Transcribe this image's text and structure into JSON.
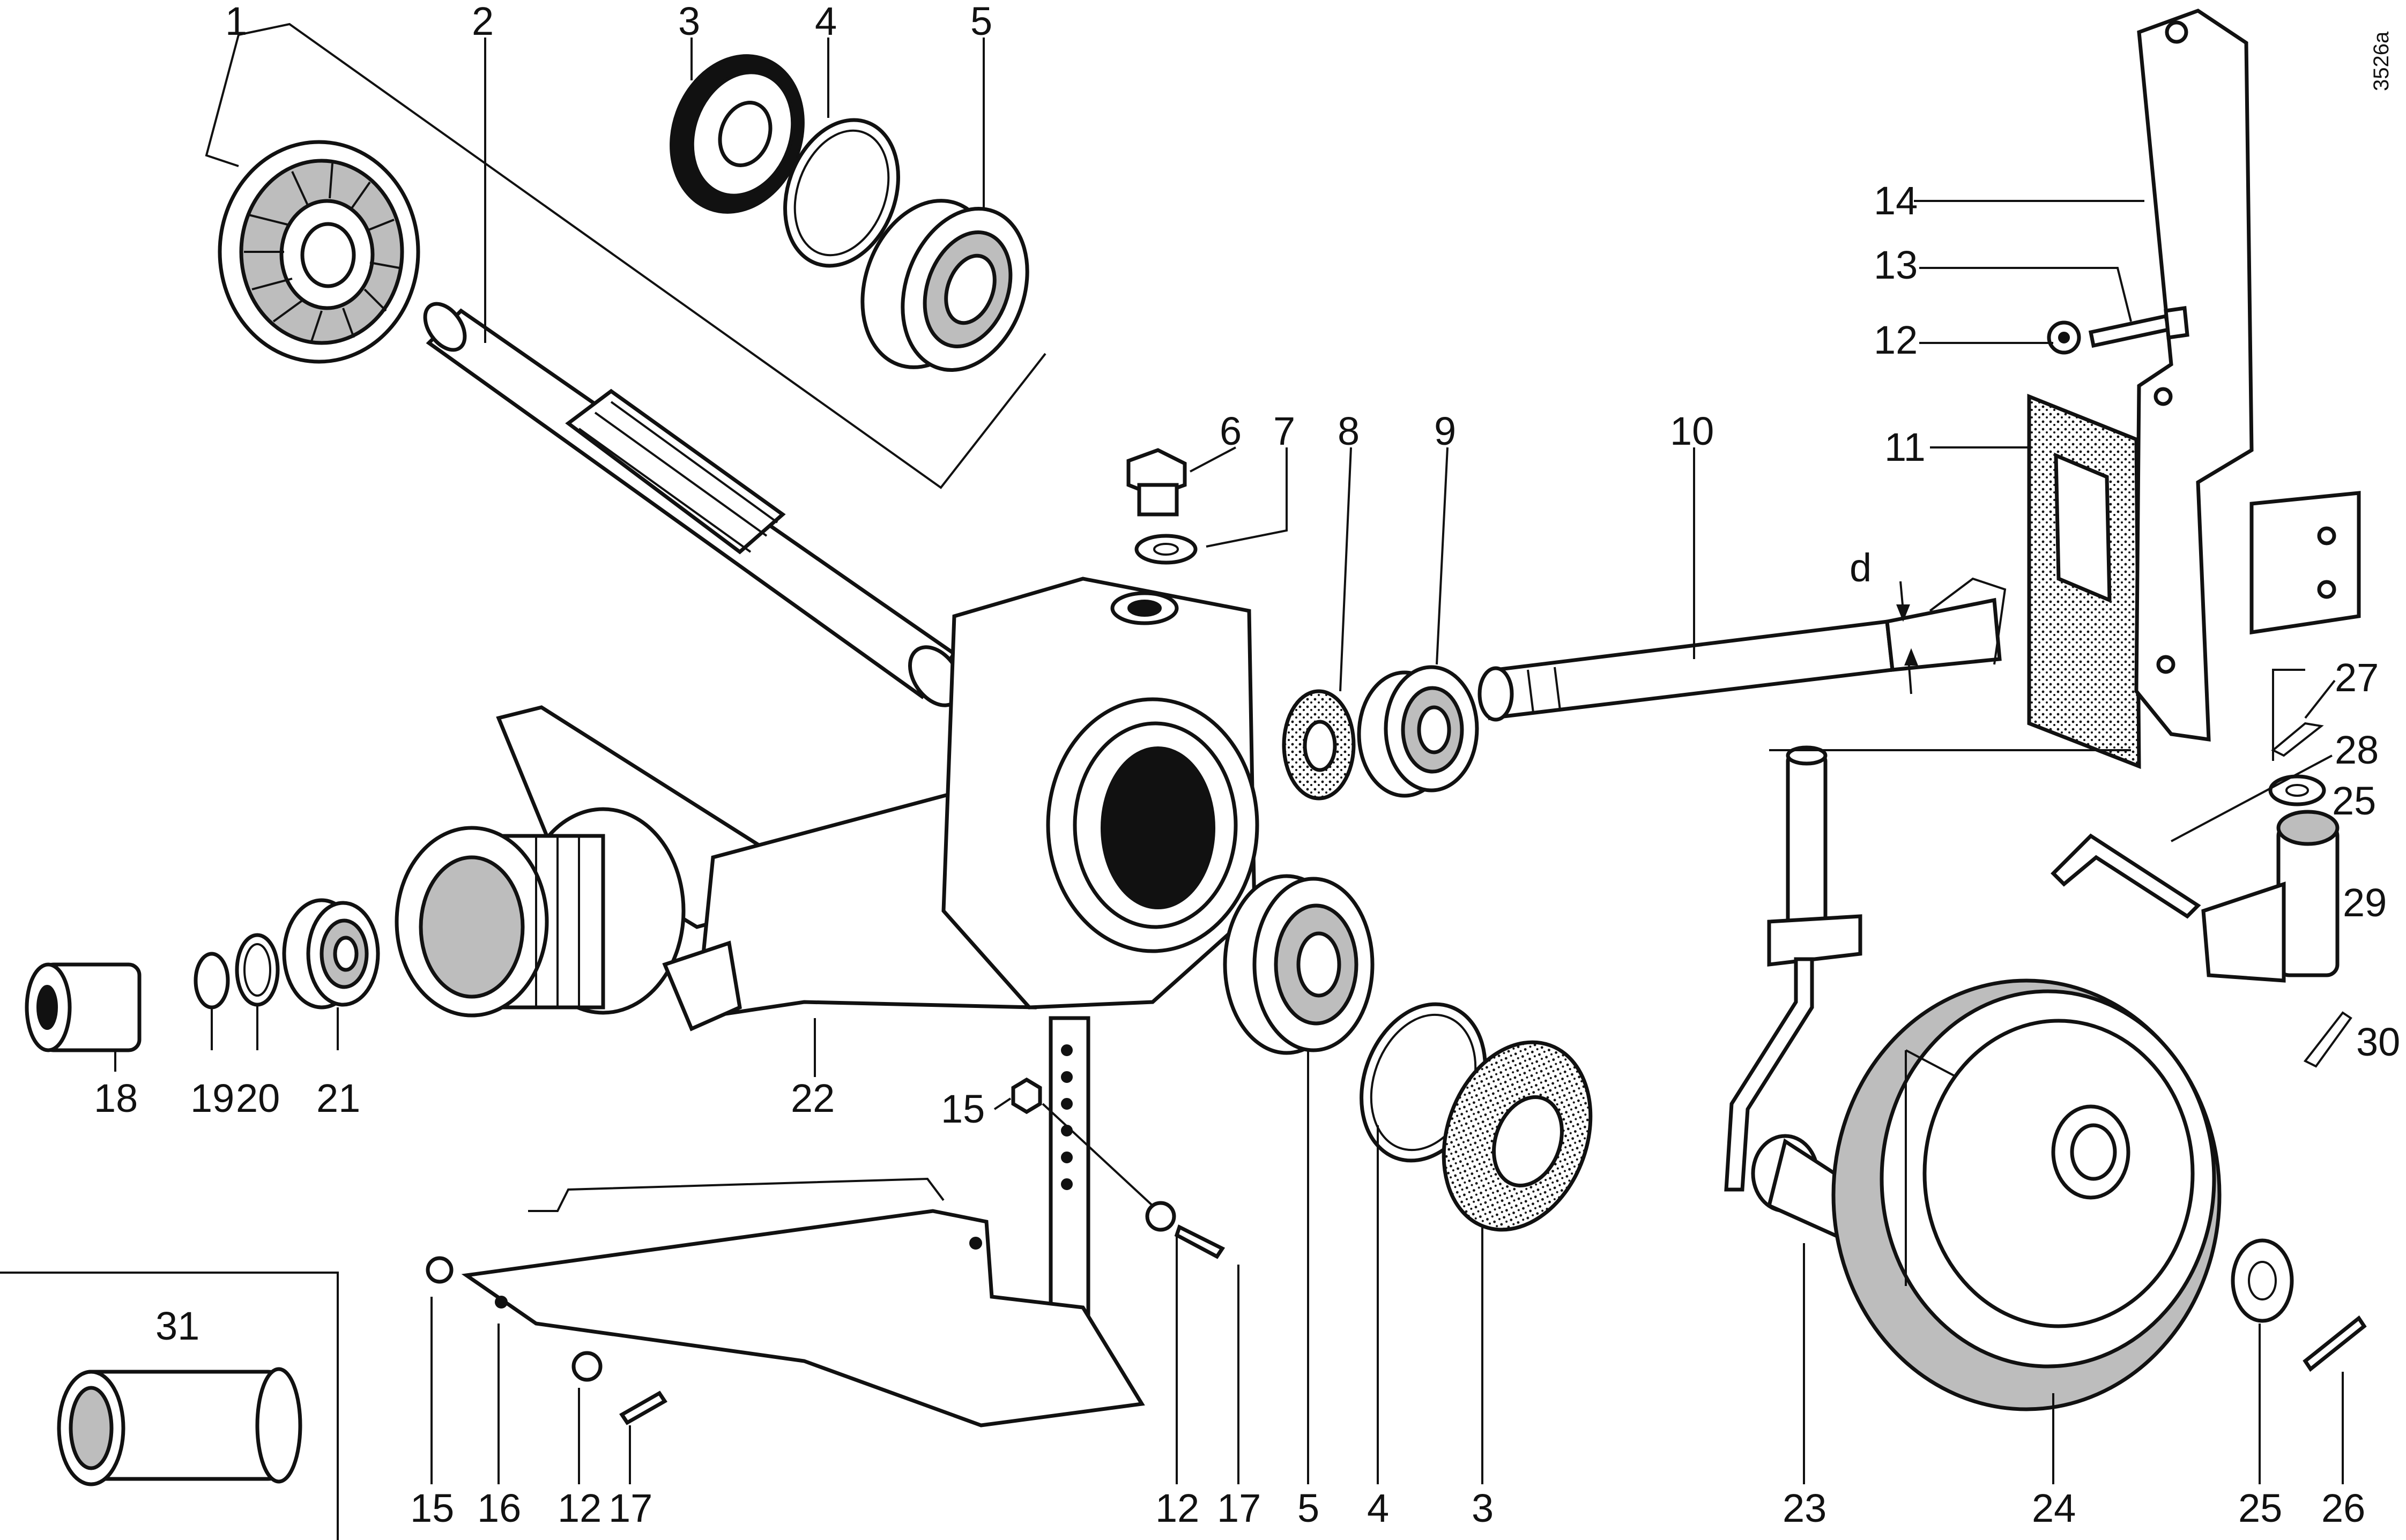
{
  "figure_code": "3526a",
  "dimension_label": "d",
  "callouts": [
    {
      "id": "c1",
      "text": "1"
    },
    {
      "id": "c2",
      "text": "2"
    },
    {
      "id": "c3a",
      "text": "3"
    },
    {
      "id": "c4a",
      "text": "4"
    },
    {
      "id": "c5a",
      "text": "5"
    },
    {
      "id": "c6",
      "text": "6"
    },
    {
      "id": "c7",
      "text": "7"
    },
    {
      "id": "c8",
      "text": "8"
    },
    {
      "id": "c9",
      "text": "9"
    },
    {
      "id": "c10",
      "text": "10"
    },
    {
      "id": "c11",
      "text": "11"
    },
    {
      "id": "c12a",
      "text": "12"
    },
    {
      "id": "c13",
      "text": "13"
    },
    {
      "id": "c14",
      "text": "14"
    },
    {
      "id": "c15a",
      "text": "15"
    },
    {
      "id": "c15b",
      "text": "15"
    },
    {
      "id": "c16",
      "text": "16"
    },
    {
      "id": "c12b",
      "text": "12"
    },
    {
      "id": "c17a",
      "text": "17"
    },
    {
      "id": "c12c",
      "text": "12"
    },
    {
      "id": "c17b",
      "text": "17"
    },
    {
      "id": "c5b",
      "text": "5"
    },
    {
      "id": "c4b",
      "text": "4"
    },
    {
      "id": "c3b",
      "text": "3"
    },
    {
      "id": "c18",
      "text": "18"
    },
    {
      "id": "c19",
      "text": "19"
    },
    {
      "id": "c20",
      "text": "20"
    },
    {
      "id": "c21",
      "text": "21"
    },
    {
      "id": "c22",
      "text": "22"
    },
    {
      "id": "c23",
      "text": "23"
    },
    {
      "id": "c24",
      "text": "24"
    },
    {
      "id": "c25a",
      "text": "25"
    },
    {
      "id": "c25b",
      "text": "25"
    },
    {
      "id": "c26",
      "text": "26"
    },
    {
      "id": "c27",
      "text": "27"
    },
    {
      "id": "c28",
      "text": "28"
    },
    {
      "id": "c29",
      "text": "29"
    },
    {
      "id": "c30",
      "text": "30"
    },
    {
      "id": "c31",
      "text": "31"
    }
  ]
}
